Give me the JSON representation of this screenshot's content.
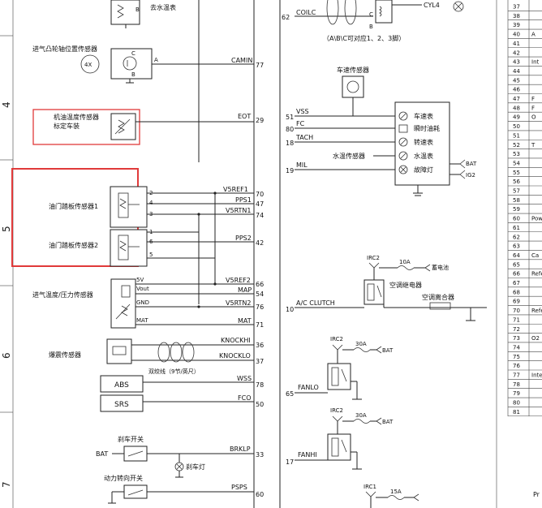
{
  "rulers": [
    "4",
    "5",
    "6",
    "7"
  ],
  "top": {
    "partial_label": "去水温表",
    "coilc": "COILC",
    "cyl4": "CYL4",
    "term_62": "62",
    "note": "（A\\B\\C可对应1、2、3脚）"
  },
  "cam_sensor": {
    "title": "进气凸轮轴位置传感器",
    "badge": "4X",
    "pin_c": "C",
    "pin_a": "A",
    "pin_b": "B",
    "signal": "CAMIN",
    "terminal": "77"
  },
  "oil_temp": {
    "line1": "机油温度传感器",
    "line2": "标定车装",
    "signal": "EOT",
    "terminal": "29"
  },
  "pedal": {
    "sensor1": "油门踏板传感器1",
    "sensor2": "油门踏板传感器2",
    "pins1": [
      "2",
      "4",
      "3"
    ],
    "pins2": [
      "1",
      "6",
      "5"
    ],
    "signals": [
      "V5REF1",
      "PPS1",
      "V5RTN1",
      "PPS2"
    ],
    "terminals": [
      "70",
      "47",
      "74",
      "42"
    ]
  },
  "map_sensor": {
    "title": "进气温度/压力传感器",
    "v5": "5V",
    "vout": "Vout",
    "gnd": "GND",
    "mat": "MAT",
    "signals": [
      "V5REF2",
      "MAP",
      "V5RTN2",
      "MAT"
    ],
    "terminals": [
      "66",
      "54",
      "76",
      "71"
    ]
  },
  "knock": {
    "title": "爆震传感器",
    "twisted": "双绞线（9节/英尺）",
    "signals": [
      "KNOCKHI",
      "KNOCKLO"
    ],
    "terminals": [
      "36",
      "37"
    ]
  },
  "abs": {
    "label": "ABS",
    "signal": "WSS",
    "terminal": "78"
  },
  "srs": {
    "label": "SRS",
    "signal": "FCO",
    "terminal": "50"
  },
  "brake": {
    "switch": "刹车开关",
    "bat": "BAT",
    "lamp": "刹车灯",
    "signal": "BRKLP",
    "terminal": "33"
  },
  "steer": {
    "title": "动力转向开关",
    "signal": "PSPS",
    "terminal": "60"
  },
  "cluster": {
    "vehicle_speed_sensor": "车速传感器",
    "signals": [
      "VSS",
      "FC",
      "TACH",
      "",
      "MIL"
    ],
    "terminals": [
      "51",
      "80",
      "18",
      "",
      "19"
    ],
    "water_temp_sensor": "水温传感器",
    "gauges": [
      "车速表",
      "瞬时油耗",
      "转速表",
      "水温表",
      "故障灯"
    ],
    "bat": "BAT",
    "ig2": "IG2"
  },
  "ac": {
    "irc2": "IRC2",
    "fuse": "10A",
    "battery": "蓄电池",
    "relay": "空调继电器",
    "clutch": "空调离合器",
    "signal": "A/C CLUTCH",
    "terminal": "10"
  },
  "fanlo": {
    "irc2": "IRC2",
    "fuse": "30A",
    "bat": "BAT",
    "signal": "FANLO",
    "terminal": "65"
  },
  "fanhi": {
    "irc2": "IRC2",
    "fuse": "30A",
    "bat": "BAT",
    "signal": "FANHI",
    "terminal": "17"
  },
  "bottom_right": {
    "irc1": "IRC1",
    "fuse": "15A"
  },
  "table": {
    "rows": [
      "37",
      "38",
      "39",
      "40",
      "41",
      "42",
      "43",
      "44",
      "45",
      "46",
      "47",
      "48",
      "49",
      "50",
      "51",
      "52",
      "53",
      "54",
      "55",
      "56",
      "57",
      "58",
      "59",
      "60",
      "61",
      "62",
      "63",
      "64",
      "65",
      "66",
      "67",
      "68",
      "69",
      "70",
      "71",
      "72",
      "73",
      "74",
      "75",
      "76",
      "77",
      "78",
      "79",
      "80",
      "81"
    ],
    "partial": {
      "40": "A",
      "43": "Int",
      "47": "F",
      "48": "F",
      "49": "O",
      "52": "T",
      "60": "Pow",
      "64": "Ca",
      "66": "Refe",
      "70": "Refer",
      "73": "O2",
      "77": "Inte"
    }
  },
  "corner_text": "Pr"
}
